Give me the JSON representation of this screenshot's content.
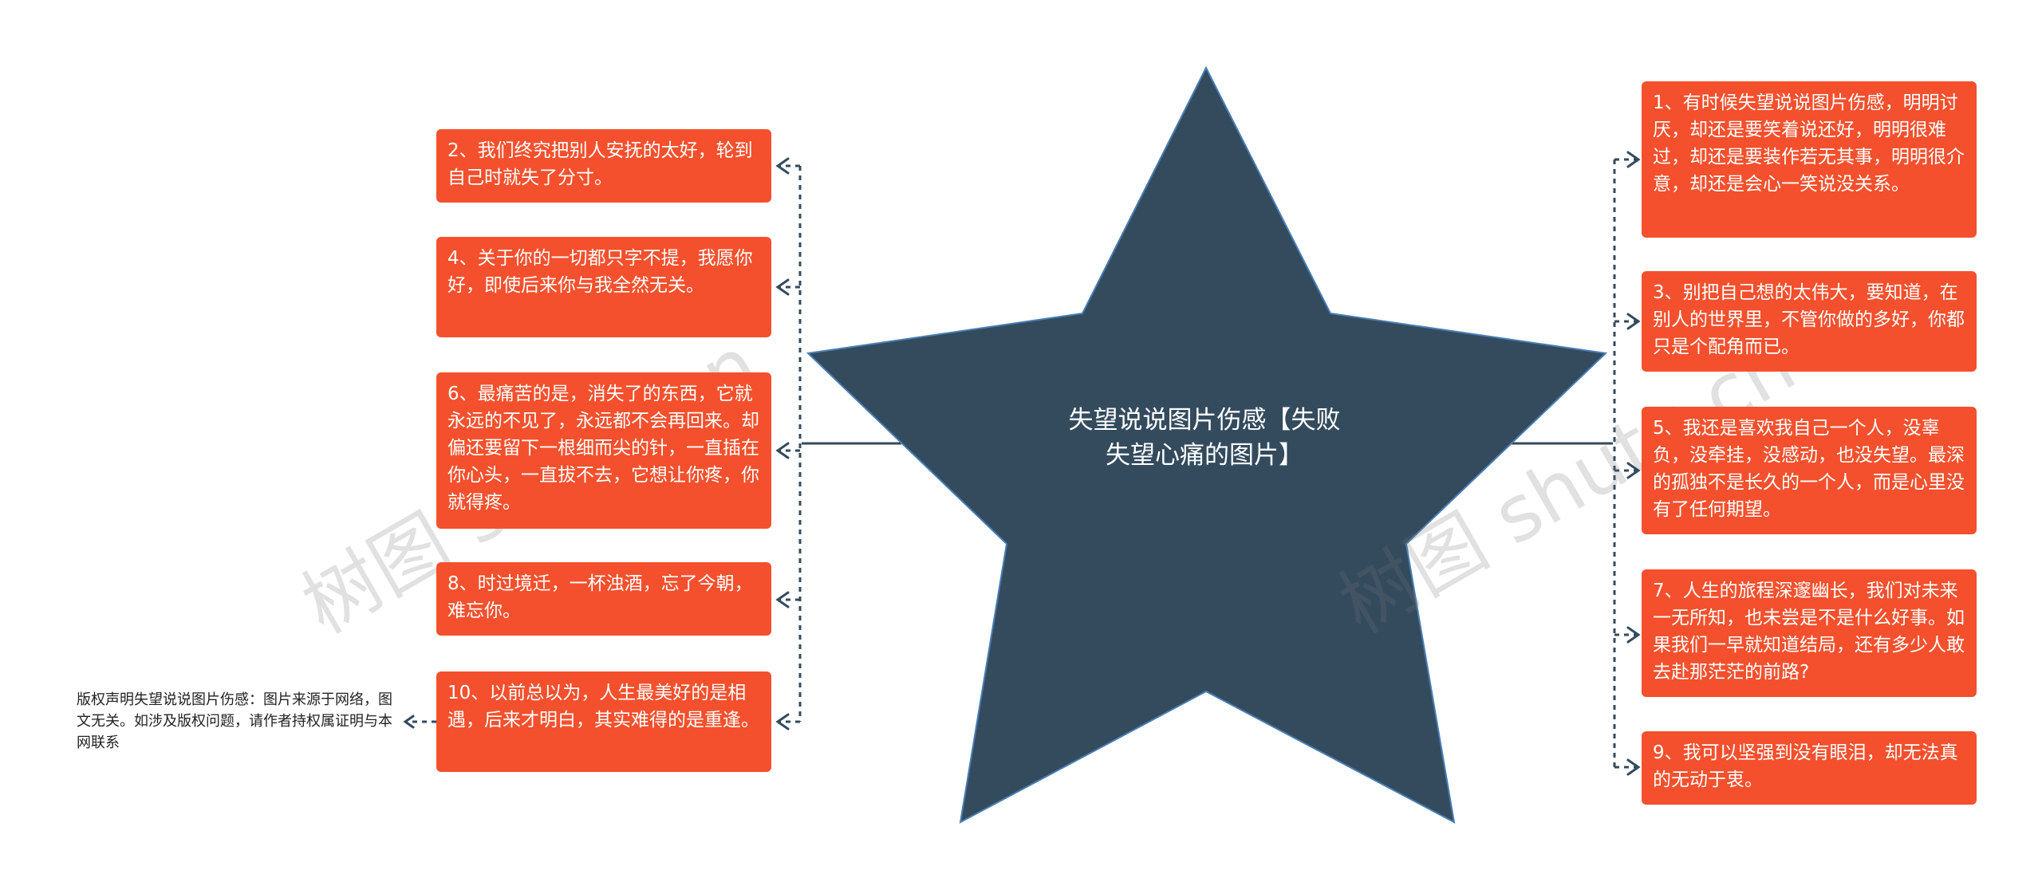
{
  "center": {
    "title_line1": "失望说说图片伤感【失败",
    "title_line2": "失望心痛的图片】"
  },
  "left_nodes": [
    {
      "text": "2、我们终究把别人安抚的太好，轮到自己时就失了分寸。"
    },
    {
      "text": "4、关于你的一切都只字不提，我愿你好，即使后来你与我全然无关。"
    },
    {
      "text": "6、最痛苦的是，消失了的东西，它就永远的不见了，永远都不会再回来。却偏还要留下一根细而尖的针，一直插在你心头，一直拔不去，它想让你疼，你就得疼。"
    },
    {
      "text": "8、时过境迁，一杯浊酒，忘了今朝，难忘你。"
    },
    {
      "text": "10、以前总以为，人生最美好的是相遇，后来才明白，其实难得的是重逢。"
    }
  ],
  "right_nodes": [
    {
      "text": "1、有时候失望说说图片伤感，明明讨厌，却还是要笑着说还好，明明很难过，却还是要装作若无其事，明明很介意，却还是会心一笑说没关系。"
    },
    {
      "text": "3、别把自己想的太伟大，要知道，在别人的世界里，不管你做的多好，你都只是个配角而已。"
    },
    {
      "text": "5、我还是喜欢我自己一个人，没辜负，没牵挂，没感动，也没失望。最深的孤独不是长久的一个人，而是心里没有了任何期望。"
    },
    {
      "text": "7、人生的旅程深邃幽长，我们对未来一无所知，也未尝是不是什么好事。如果我们一早就知道结局，还有多少人敢去赴那茫茫的前路?"
    },
    {
      "text": "9、我可以坚强到没有眼泪，却无法真的无动于衷。"
    }
  ],
  "copyright_note": {
    "text": "版权声明失望说说图片伤感：图片来源于网络，图文无关。如涉及版权问题，请作者持权属证明与本网联系"
  },
  "watermarks": [
    "树图 shutu.cn",
    "树图 shutu.cn"
  ],
  "colors": {
    "node_fill": "#f4502d",
    "star_fill": "#344b5e",
    "connector": "#344b5e",
    "background": "#ffffff"
  }
}
